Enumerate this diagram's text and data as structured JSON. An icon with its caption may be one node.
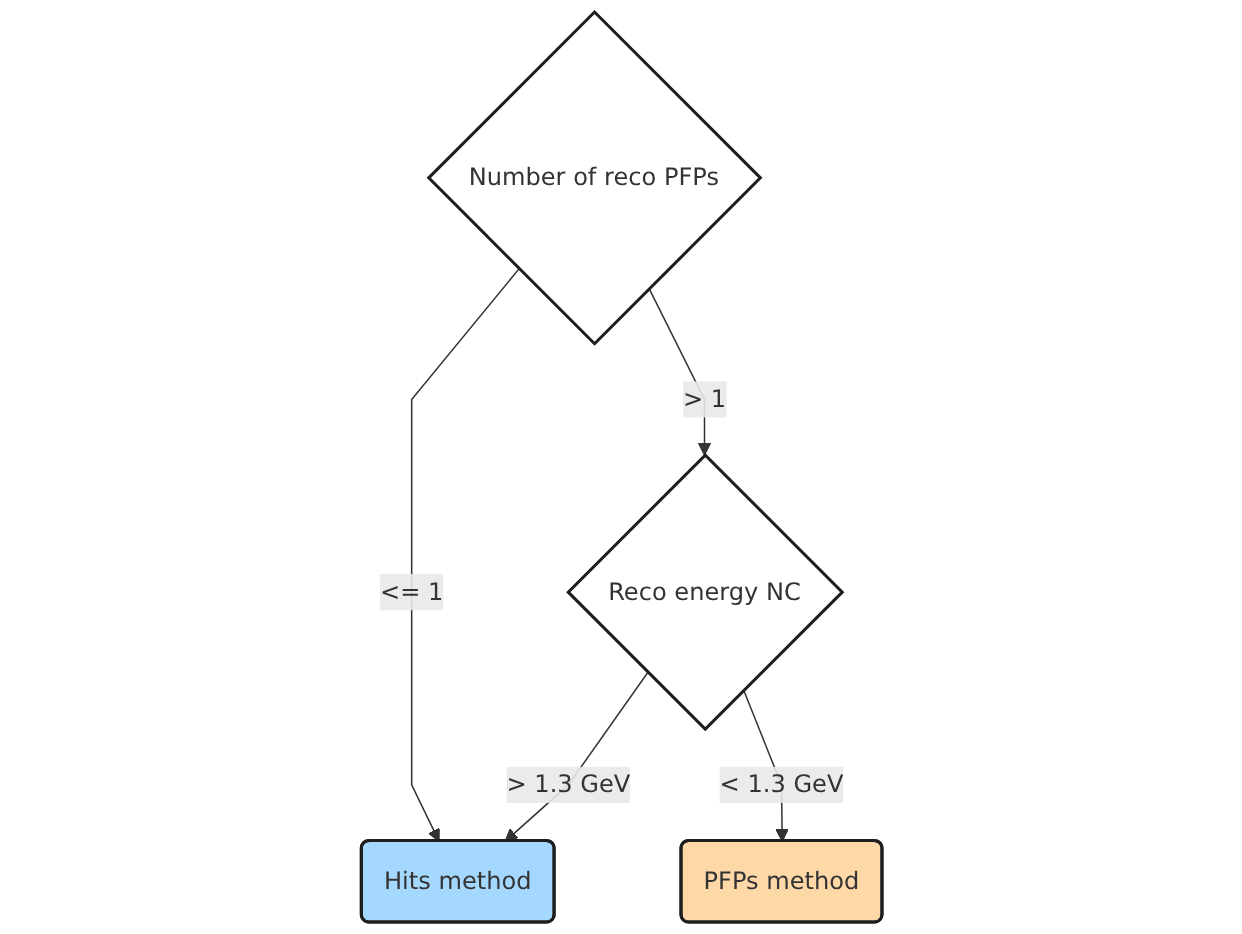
{
  "diagram": {
    "nodes": [
      {
        "text": [
          "Number of reco PFPs"
        ]
      },
      {
        "text": [
          "Reco energy NC"
        ]
      },
      {
        "text": [
          "Hits method"
        ]
      },
      {
        "text": [
          "PFPs method"
        ]
      }
    ],
    "edges": [
      {
        "from": 0,
        "to": 2,
        "arrow": "to",
        "label": "<= 1"
      },
      {
        "from": 0,
        "to": 1,
        "arrow": "to",
        "label": "> 1"
      },
      {
        "from": 1,
        "to": 2,
        "arrow": "to",
        "label": "> 1.3 GeV"
      },
      {
        "from": 1,
        "to": 3,
        "arrow": "to",
        "label": "< 1.3 GeV"
      }
    ]
  }
}
